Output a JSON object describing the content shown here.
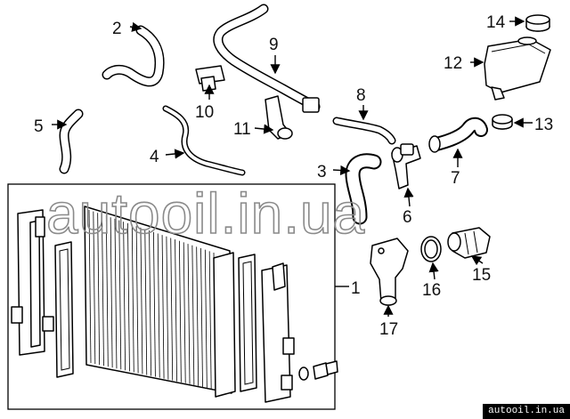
{
  "watermark": "autooil.in.ua",
  "footer": "autooil.in.ua",
  "callouts": [
    "1",
    "2",
    "3",
    "4",
    "5",
    "6",
    "7",
    "8",
    "9",
    "10",
    "11",
    "12",
    "13",
    "14",
    "15",
    "16",
    "17"
  ]
}
